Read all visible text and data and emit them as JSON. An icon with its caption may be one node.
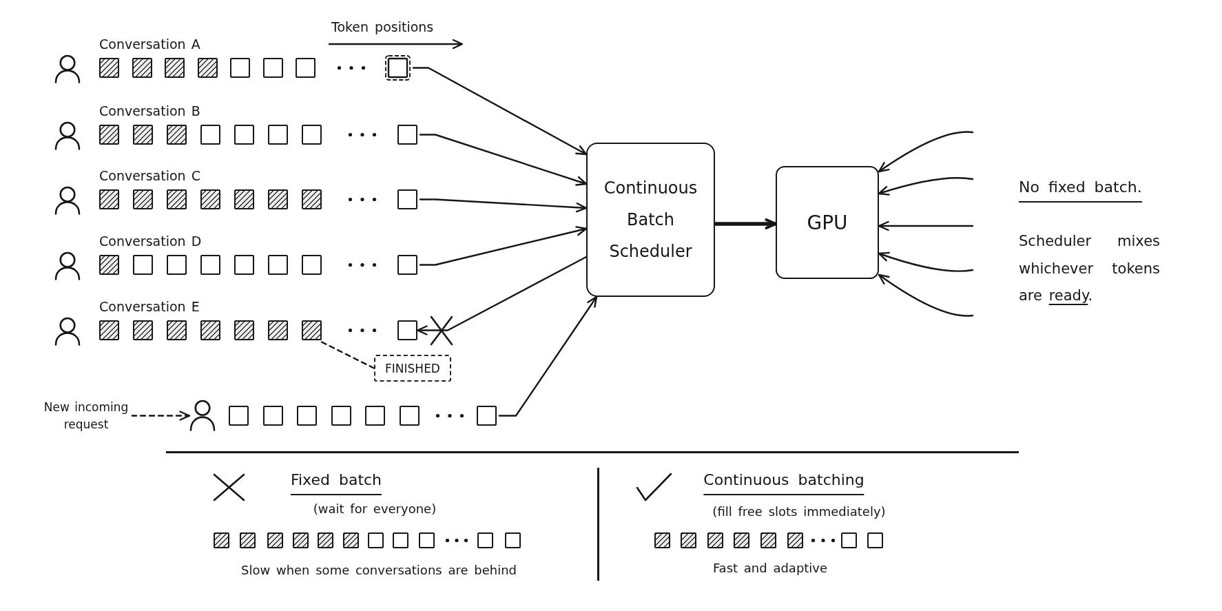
{
  "diagram": {
    "nodes": [
      {
        "text": [
          "Conversation A"
        ]
      },
      {
        "text": [
          "Conversation B"
        ]
      },
      {
        "text": [
          "Conversation C"
        ]
      },
      {
        "text": [
          "Conversation D"
        ]
      },
      {
        "text": [
          "Conversation E"
        ]
      },
      {
        "text": [],
        "shape": "box",
        "in": 4
      },
      {
        "text": [],
        "shape": "box"
      },
      {
        "text": [
          "FINISHED"
        ]
      },
      {
        "text": [
          "New incoming request"
        ]
      },
      {
        "text": [],
        "shape": "person"
      },
      {
        "text": [
          "Continuous Batch Scheduler"
        ]
      },
      {
        "text": [
          "GPU"
        ]
      }
    ],
    "edges": [
      {
        "from": 0,
        "to": 10,
        "arrow": "to"
      },
      {
        "from": 1,
        "to": 10,
        "arrow": "to"
      },
      {
        "from": 2,
        "to": 10,
        "arrow": "to"
      },
      {
        "from": 3,
        "to": 10,
        "arrow": "to"
      },
      {
        "from": 10,
        "to": 6,
        "arrow": "to"
      },
      {
        "from": 9,
        "to": 10,
        "arrow": "to"
      },
      {
        "from": 8,
        "to": 9,
        "arrow": "to",
        "style": "dashed"
      },
      {
        "from": 7,
        "to": 5,
        "arrow": "none",
        "style": "dashed"
      },
      {
        "from": 10,
        "to": 11,
        "arrow": "to",
        "style": "thick"
      },
      {
        "from": null,
        "to": 11,
        "arrow": "to"
      },
      {
        "from": null,
        "to": 11,
        "arrow": "to"
      },
      {
        "from": null,
        "to": 11,
        "arrow": "to"
      },
      {
        "from": null,
        "to": 11,
        "arrow": "to"
      },
      {
        "from": null,
        "to": 11,
        "arrow": "to"
      }
    ],
    "labels": [
      "Token positions",
      "No fixed batch.",
      "Scheduler mixes whichever tokens are *ready*.",
      "Fixed batch",
      "(wait for everyone)",
      "Slow when some conversations are behind",
      "Continuous batching",
      "(fill free slots immediately)",
      "Fast and adaptive"
    ]
  }
}
